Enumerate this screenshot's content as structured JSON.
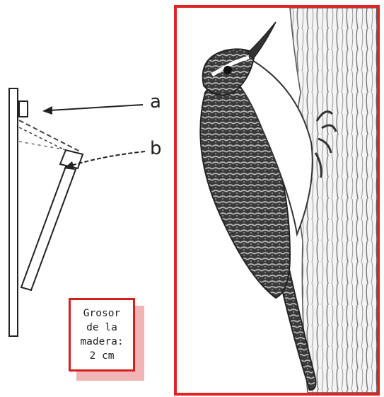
{
  "diagram": {
    "label_a": "a",
    "label_b": "b",
    "note_lines": [
      "Grosor",
      "de la",
      "madera:",
      "2 cm"
    ],
    "colors": {
      "frame_red": "#e02424",
      "note_border": "#d62020",
      "note_shadow": "#f2b5b5",
      "ink": "#222222"
    }
  },
  "illustration": {
    "icon": "treecreeper-bird-illustration"
  }
}
